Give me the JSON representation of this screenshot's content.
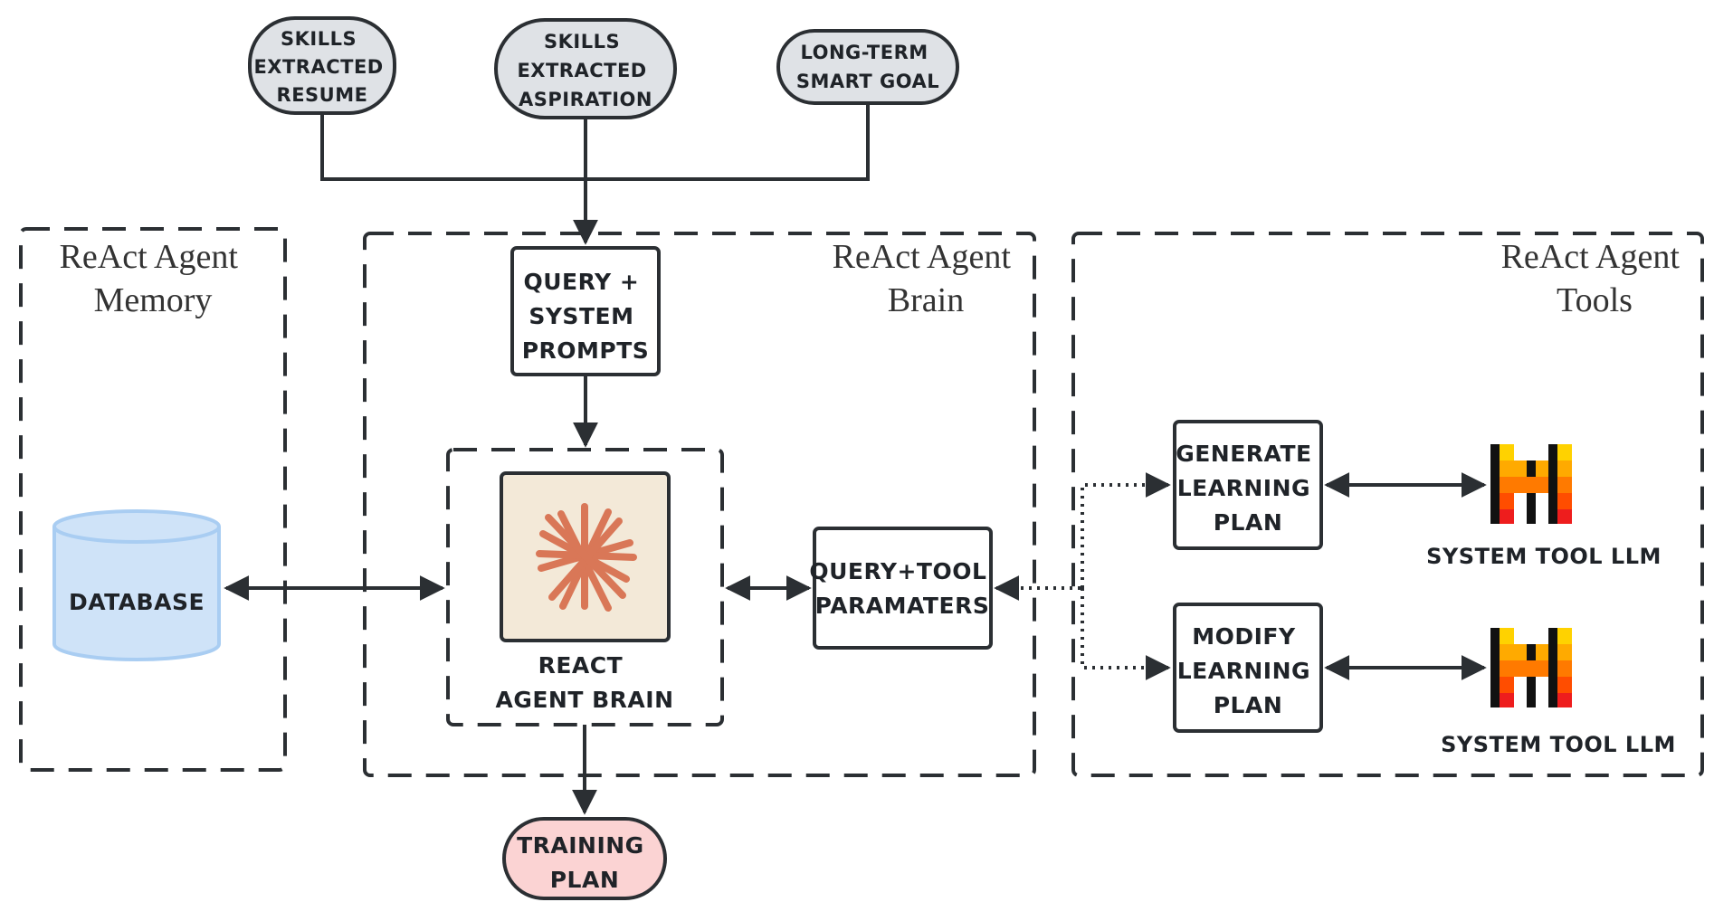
{
  "inputs": {
    "resume": [
      "SKILLS",
      "EXTRACTED",
      "RESUME"
    ],
    "aspiration": [
      "SKILLS",
      "EXTRACTED",
      "ASPIRATION"
    ],
    "goal": [
      "LONG-TERM",
      "SMART GOAL"
    ]
  },
  "groups": {
    "memory": [
      "ReAct Agent",
      "Memory"
    ],
    "brain": [
      "ReAct Agent",
      "Brain"
    ],
    "tools": [
      "ReAct Agent",
      "Tools"
    ]
  },
  "nodes": {
    "query_prompts": [
      "QUERY +",
      "SYSTEM",
      "PROMPTS"
    ],
    "database": "DATABASE",
    "react_brain": [
      "REACT",
      "AGENT BRAIN"
    ],
    "query_tool": [
      "QUERY+TOOL",
      "PARAMATERS"
    ],
    "generate_plan": [
      "GENERATE",
      "LEARNING",
      "PLAN"
    ],
    "modify_plan": [
      "MODIFY",
      "LEARNING",
      "PLAN"
    ],
    "tool_llm_1": "SYSTEM TOOL LLM",
    "tool_llm_2": "SYSTEM TOOL LLM",
    "training_plan": [
      "TRAINING",
      "PLAN"
    ]
  },
  "colors": {
    "stroke": "#2b2f33",
    "input_fill": "#dfe2e6",
    "database_fill": "#cfe3f8",
    "database_stroke": "#a9cdf2",
    "brain_tile_fill": "#f3e9d8",
    "brain_icon": "#d97757",
    "training_fill": "#fbd3d3"
  }
}
